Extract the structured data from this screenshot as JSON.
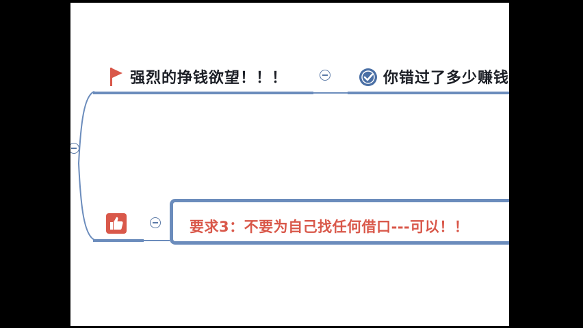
{
  "mindmap": {
    "node_top": {
      "text": "强烈的挣钱欲望！！！",
      "icon": "red-flag-icon"
    },
    "node_top_child": {
      "text": "你错过了多少赚钱",
      "icon": "check-circle-icon"
    },
    "node_bottom": {
      "icon": "thumbs-up-icon"
    },
    "node_bottom_child": {
      "text": "要求3：不要为自己找任何借口---可以！！"
    }
  },
  "colors": {
    "branch": "#6b8cbc",
    "text_dark": "#1c1f26",
    "accent_red": "#d9584a",
    "canvas_bg": "#ffffff",
    "frame_bg": "#000000"
  }
}
